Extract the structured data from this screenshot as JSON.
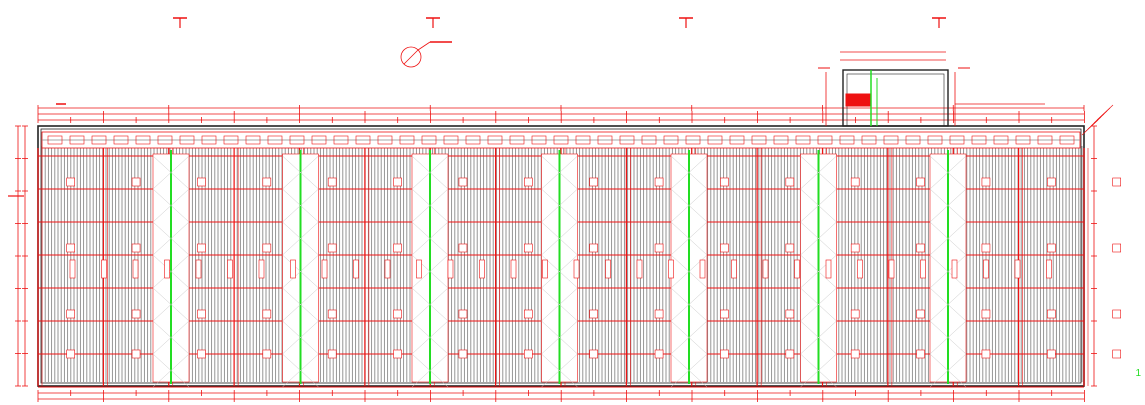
{
  "drawing": {
    "title": "",
    "corner_label": "1"
  },
  "colors": {
    "red": "#ee1111",
    "dark": "#222222",
    "gray": "#8a8a8a",
    "light_gray": "#c8c8c8",
    "green": "#22dd22",
    "fill_red": "#ee1111"
  },
  "layout_counts": {
    "top_markers": 4,
    "column_lines": 17,
    "green_columns": 7,
    "row_lines": 8
  }
}
